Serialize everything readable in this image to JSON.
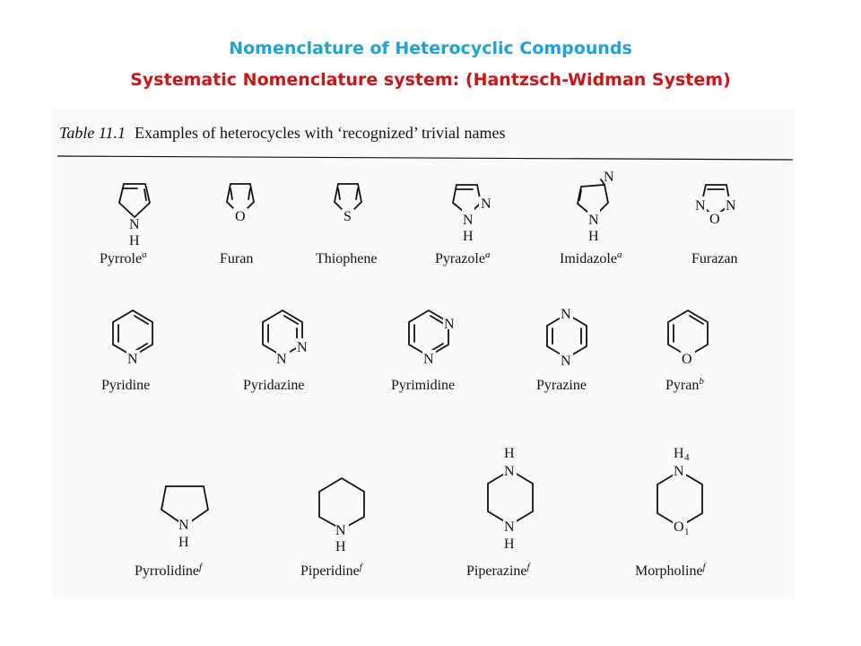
{
  "slide": {
    "title": "Nomenclature of Heterocyclic Compounds",
    "subtitle": "Systematic Nomenclature system:  (Hantzsch-Widman System)",
    "title_color": "#1aa3dc",
    "subtitle_color": "#d21313"
  },
  "table": {
    "label": "Table 11.1",
    "caption": "Examples of heterocycles with ‘recognized’ trivial names",
    "rows": [
      [
        {
          "name": "Pyrrole",
          "note": "a"
        },
        {
          "name": "Furan",
          "note": ""
        },
        {
          "name": "Thiophene",
          "note": ""
        },
        {
          "name": "Pyrazole",
          "note": "a"
        },
        {
          "name": "Imidazole",
          "note": "a"
        },
        {
          "name": "Furazan",
          "note": ""
        }
      ],
      [
        {
          "name": "Pyridine",
          "note": ""
        },
        {
          "name": "Pyridazine",
          "note": ""
        },
        {
          "name": "Pyrimidine",
          "note": ""
        },
        {
          "name": "Pyrazine",
          "note": ""
        },
        {
          "name": "Pyran",
          "note": "b"
        }
      ],
      [
        {
          "name": "Pyrrolidine",
          "note": "f"
        },
        {
          "name": "Piperidine",
          "note": "f"
        },
        {
          "name": "Piperazine",
          "note": "f"
        },
        {
          "name": "Morpholine",
          "note": "f"
        }
      ]
    ]
  }
}
